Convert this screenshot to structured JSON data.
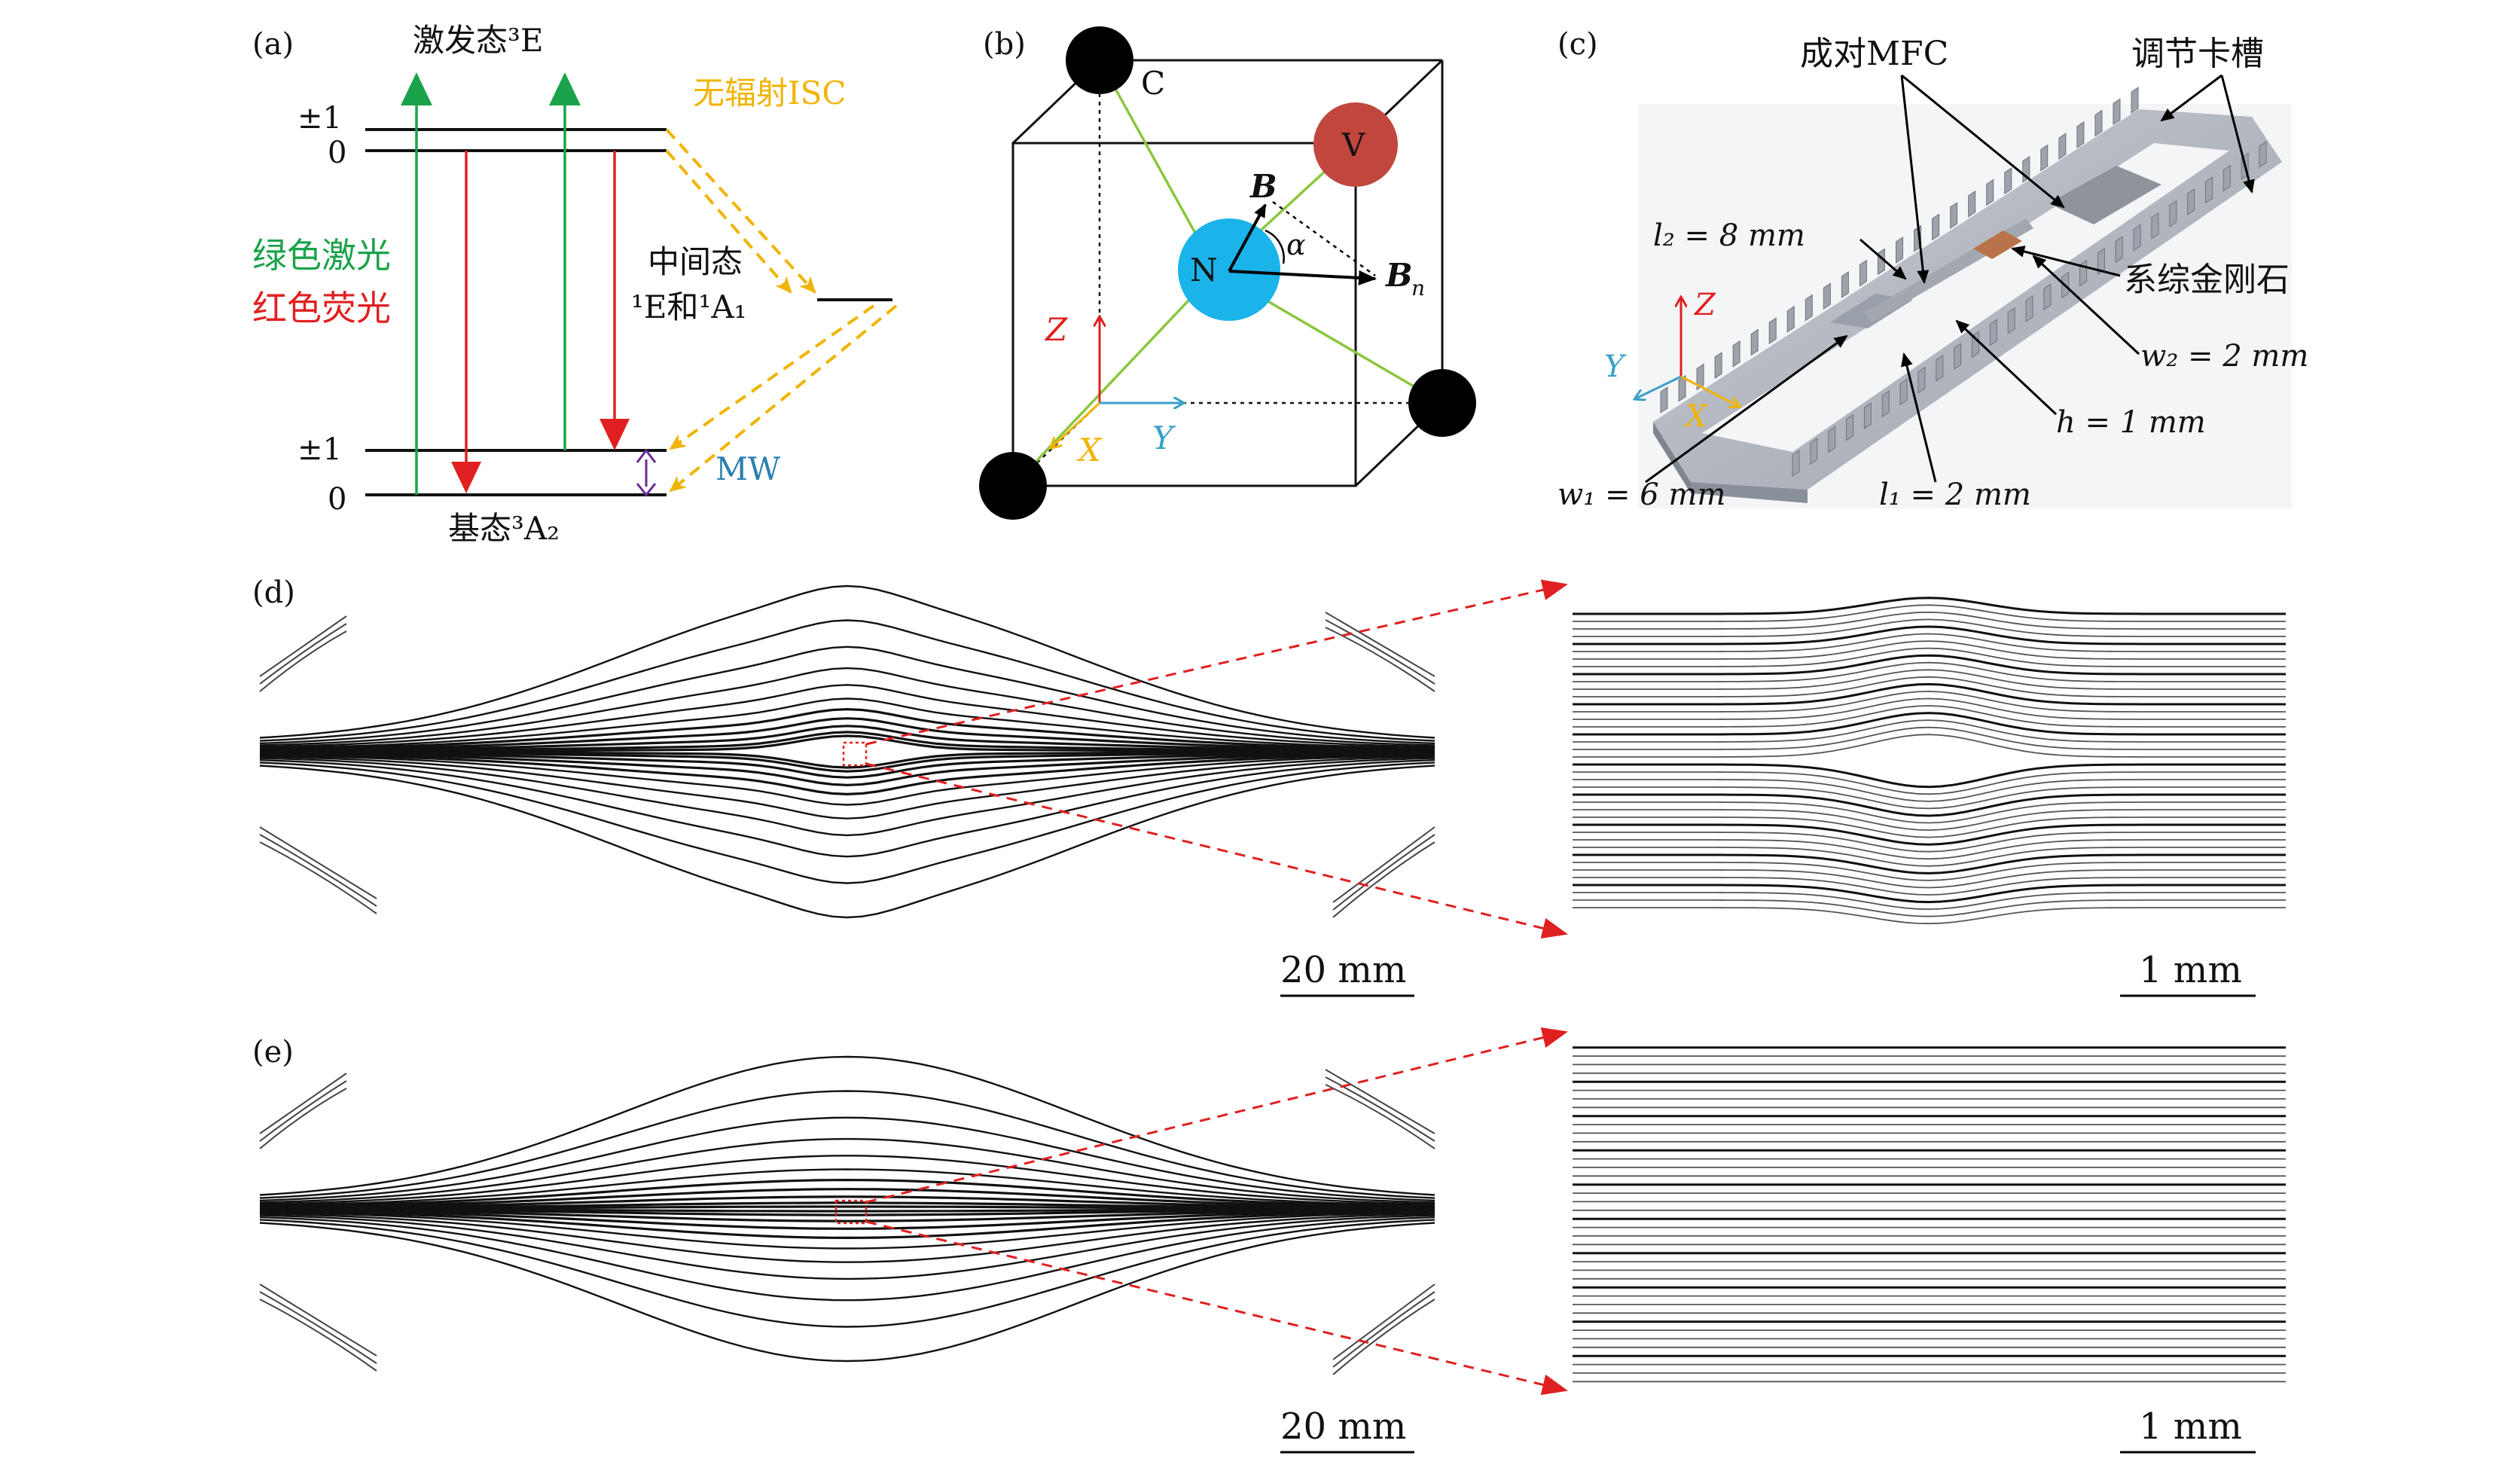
{
  "panels": {
    "a": {
      "label": "(a)",
      "excited_state": "激发态³E",
      "ground_state": "基态³A₂",
      "intermediate_state_line1": "中间态",
      "intermediate_state_line2": "¹E和¹A₁",
      "isc": "无辐射ISC",
      "green_laser": "绿色激光",
      "red_fluorescence": "红色荧光",
      "mw": "MW",
      "level_pm1_upper": "±1",
      "level_0_upper": "0",
      "level_pm1_lower": "±1",
      "level_0_lower": "0",
      "colors": {
        "green": "#1aa34a",
        "red": "#e02020",
        "yellow": "#f0b400",
        "purple": "#6a2a9a",
        "blue": "#2a7fb0"
      }
    },
    "b": {
      "label": "(b)",
      "atom_c": "C",
      "atom_v": "V",
      "atom_n": "N",
      "field_b": "B",
      "field_bn": "B",
      "field_bn_sub": "n",
      "angle": "α",
      "axis_z": "Z",
      "axis_y": "Y",
      "axis_x": "X",
      "colors": {
        "nitrogen": "#1ab3ea",
        "vacancy": "#c0463e",
        "carbon": "#000000",
        "bond": "#8cc63f"
      }
    },
    "c": {
      "label": "(c)",
      "paired_mfc": "成对MFC",
      "slot": "调节卡槽",
      "diamond": "系综金刚石",
      "l2": "l₂ = 8 mm",
      "w2": "w₂ = 2 mm",
      "h": "h = 1 mm",
      "w1": "w₁ = 6 mm",
      "l1": "l₁ = 2 mm",
      "axis_z": "Z",
      "axis_y": "Y",
      "axis_x": "X"
    },
    "d": {
      "label": "(d)",
      "scale_left": "20 mm",
      "scale_right": "1 mm"
    },
    "e": {
      "label": "(e)",
      "scale_left": "20 mm",
      "scale_right": "1 mm"
    }
  }
}
